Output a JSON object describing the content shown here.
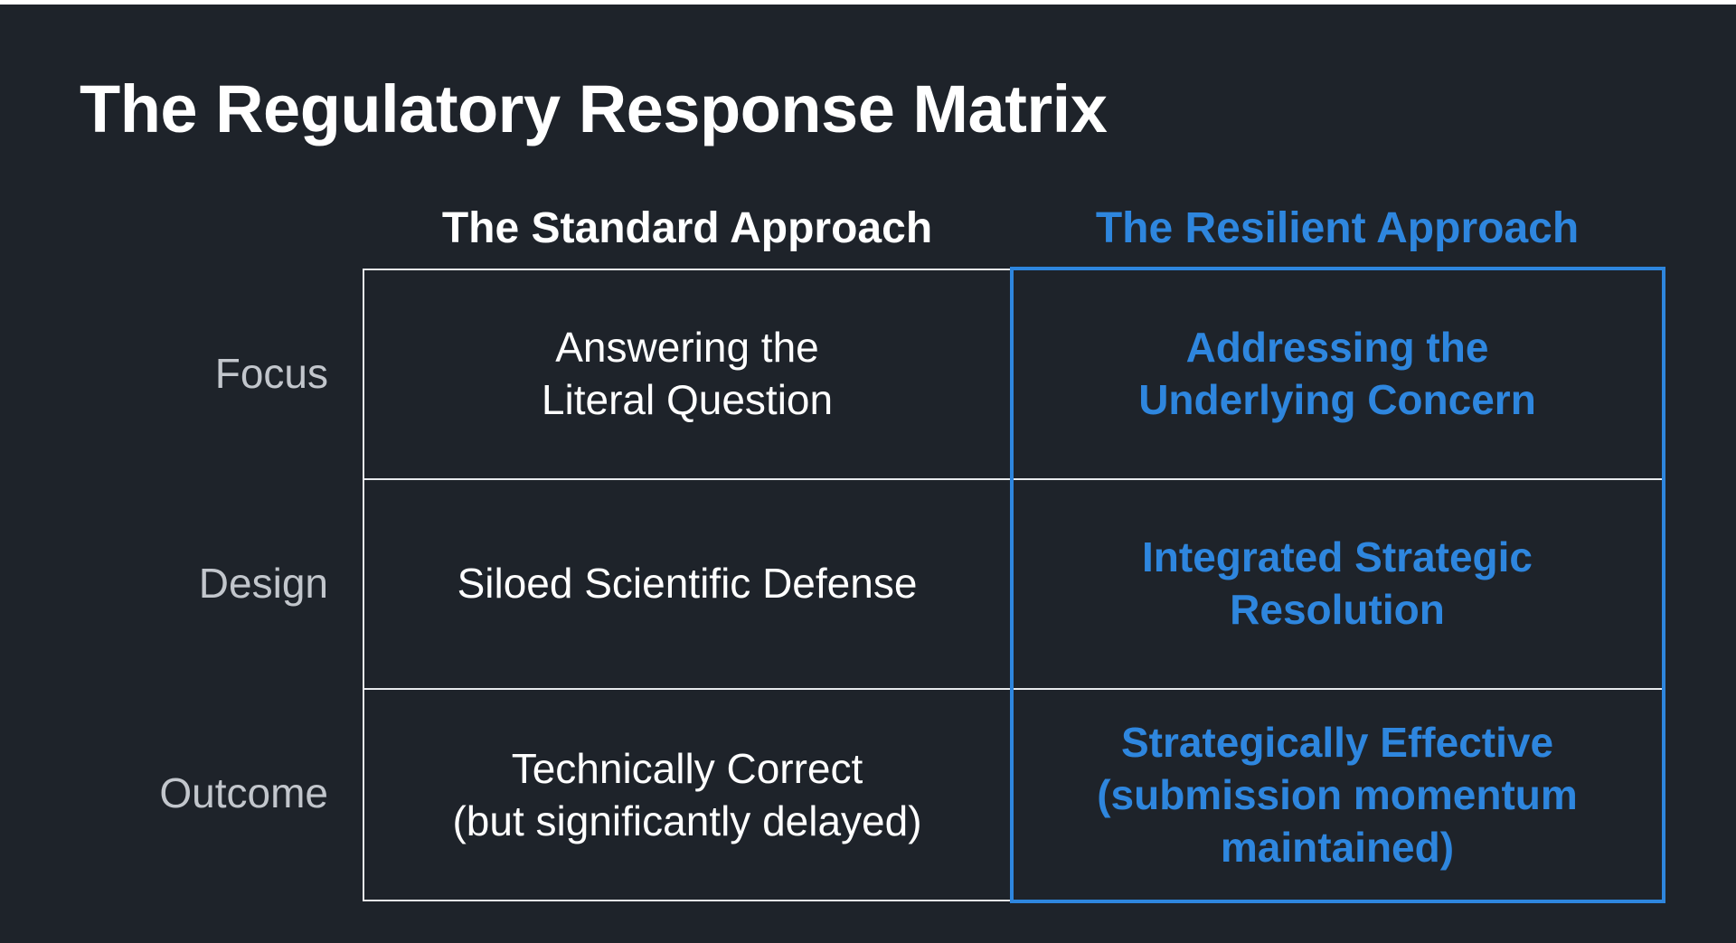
{
  "title": "The Regulatory Response Matrix",
  "columns": {
    "standard": "The Standard Approach",
    "resilient": "The Resilient Approach"
  },
  "rows": [
    {
      "label": "Focus",
      "standard": [
        "Answering the",
        "Literal Question"
      ],
      "resilient": [
        "Addressing the",
        "Underlying Concern"
      ]
    },
    {
      "label": "Design",
      "standard": [
        "Siloed Scientific Defense"
      ],
      "resilient": [
        "Integrated Strategic",
        "Resolution"
      ]
    },
    {
      "label": "Outcome",
      "standard": [
        "Technically Correct",
        "(but significantly delayed)"
      ],
      "resilient": [
        "Strategically Effective",
        "(submission momentum",
        "maintained)"
      ]
    }
  ],
  "colors": {
    "background": "#1e232a",
    "accent": "#2e86de",
    "text": "#ffffff",
    "row_label": "#c2c6cc",
    "grid_line": "#e8eaed"
  }
}
